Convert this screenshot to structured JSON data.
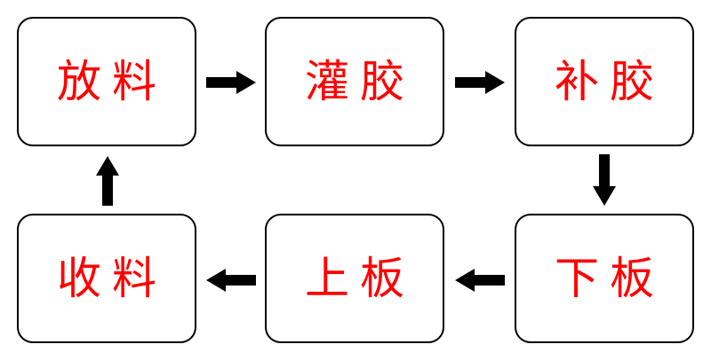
{
  "colors": {
    "label": "#ff0000",
    "border": "#000000",
    "arrow": "#000000",
    "background": "#ffffff"
  },
  "steps": [
    {
      "label": "放料"
    },
    {
      "label": "灌胶"
    },
    {
      "label": "补胶"
    },
    {
      "label": "下板"
    },
    {
      "label": "上板"
    },
    {
      "label": "收料"
    }
  ],
  "arrows": [
    {
      "from": "放料",
      "to": "灌胶",
      "direction": "right",
      "icon": "arrow-right-icon"
    },
    {
      "from": "灌胶",
      "to": "补胶",
      "direction": "right",
      "icon": "arrow-right-icon"
    },
    {
      "from": "补胶",
      "to": "下板",
      "direction": "down",
      "icon": "arrow-down-icon"
    },
    {
      "from": "下板",
      "to": "上板",
      "direction": "left",
      "icon": "arrow-left-icon"
    },
    {
      "from": "上板",
      "to": "收料",
      "direction": "left",
      "icon": "arrow-left-icon"
    },
    {
      "from": "收料",
      "to": "放料",
      "direction": "up",
      "icon": "arrow-up-icon"
    }
  ]
}
